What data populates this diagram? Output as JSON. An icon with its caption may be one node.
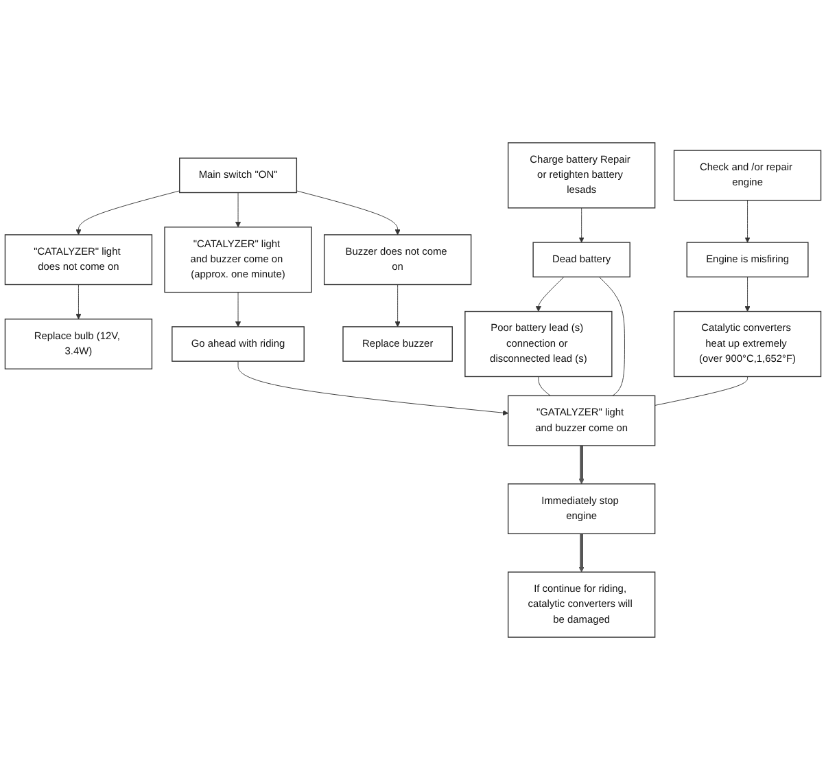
{
  "diagram": {
    "nodes": [
      {
        "text": [
          "Main switch \"ON\""
        ]
      },
      {
        "text": [
          "\"CATALYZER\" light does not come on"
        ]
      },
      {
        "text": [
          "\"CATALYZER\" light and buzzer come on (approx. one minute)"
        ]
      },
      {
        "text": [
          "Buzzer does not come on"
        ]
      },
      {
        "text": [
          "Replace bulb (12V, 3.4W)"
        ]
      },
      {
        "text": [
          "Go ahead with riding"
        ]
      },
      {
        "text": [
          "Replace buzzer"
        ]
      },
      {
        "text": [
          "Poor battery lead (s) connection or disconnected lead (s)"
        ]
      },
      {
        "text": [
          "\"GATALYZER\" light and buzzer come on"
        ]
      },
      {
        "text": [
          "Catalytic converters heat up extremely (over 900°C,1,652°F)"
        ]
      },
      {
        "text": [
          "Dead battery"
        ]
      },
      {
        "text": [
          "Immediately stop engine"
        ]
      },
      {
        "text": [
          "Engine is misfiring"
        ]
      },
      {
        "text": [
          "Charge battery Repair or retighten battery lesads"
        ]
      },
      {
        "text": [
          "If continue for riding, catalytic converters will be damaged"
        ]
      },
      {
        "text": [
          "Check and /or repair engine"
        ]
      }
    ],
    "edges": [
      {
        "from": 0,
        "to": 1,
        "arrow": "to"
      },
      {
        "from": 0,
        "to": 2,
        "arrow": "to"
      },
      {
        "from": 0,
        "to": 3,
        "arrow": "to"
      },
      {
        "from": 1,
        "to": 4,
        "arrow": "to"
      },
      {
        "from": 2,
        "to": 5,
        "arrow": "to"
      },
      {
        "from": 3,
        "to": 6,
        "arrow": "to"
      },
      {
        "from": 5,
        "to": 8,
        "arrow": "to"
      },
      {
        "from": 7,
        "to": 8,
        "arrow": "none"
      },
      {
        "from": 10,
        "to": 8,
        "arrow": "none"
      },
      {
        "from": 9,
        "to": 8,
        "arrow": "none"
      },
      {
        "from": 10,
        "to": 7,
        "arrow": "to"
      },
      {
        "from": 13,
        "to": 10,
        "arrow": "to"
      },
      {
        "from": 8,
        "to": 11,
        "arrow": "to",
        "style": "thick",
        "color": "#555555"
      },
      {
        "from": 11,
        "to": 14,
        "arrow": "to",
        "style": "thick",
        "color": "#555555"
      },
      {
        "from": 12,
        "to": 9,
        "arrow": "to"
      },
      {
        "from": 15,
        "to": 12,
        "arrow": "to"
      }
    ]
  }
}
